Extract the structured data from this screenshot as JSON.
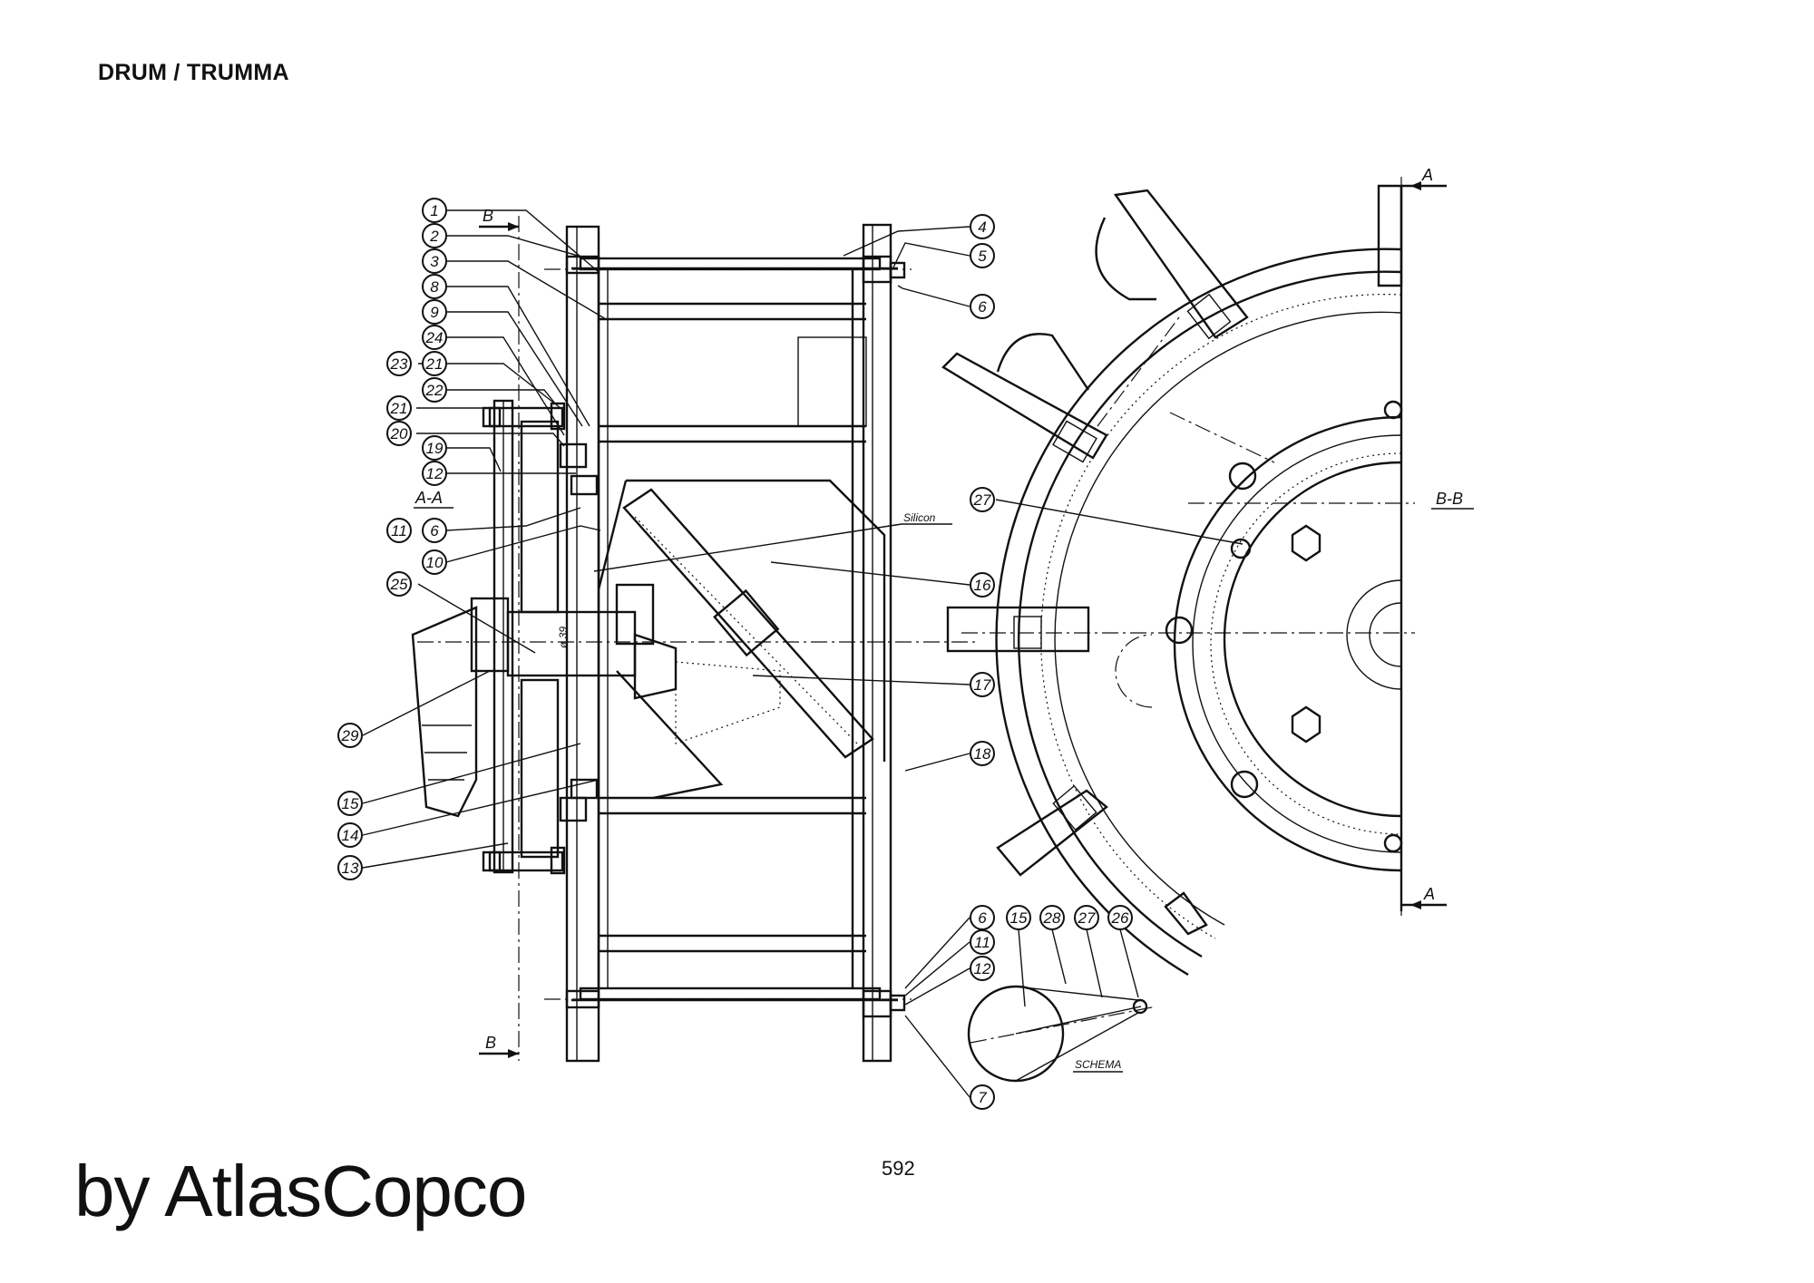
{
  "document": {
    "title": "DRUM / TRUMMA",
    "page_number": "592",
    "brand": "by AtlasCopco"
  },
  "drawing": {
    "section_labels": {
      "b_top": "B",
      "b_bottom": "B",
      "a_top": "A",
      "a_bottom": "A",
      "aa": "A-A",
      "bb": "B-B"
    },
    "annotations": {
      "silicon": "Silicon",
      "schema": "SCHEMA",
      "diameter": "ø 39"
    },
    "callouts": [
      {
        "id": "c1",
        "label": "1"
      },
      {
        "id": "c2",
        "label": "2"
      },
      {
        "id": "c3",
        "label": "3"
      },
      {
        "id": "c8",
        "label": "8"
      },
      {
        "id": "c9",
        "label": "9"
      },
      {
        "id": "c24",
        "label": "24"
      },
      {
        "id": "c23",
        "label": "23"
      },
      {
        "id": "c21a",
        "label": "21"
      },
      {
        "id": "c22",
        "label": "22"
      },
      {
        "id": "c21b",
        "label": "21"
      },
      {
        "id": "c20",
        "label": "20"
      },
      {
        "id": "c19",
        "label": "19"
      },
      {
        "id": "c12a",
        "label": "12"
      },
      {
        "id": "c11a",
        "label": "11"
      },
      {
        "id": "c6a",
        "label": "6"
      },
      {
        "id": "c10",
        "label": "10"
      },
      {
        "id": "c25",
        "label": "25"
      },
      {
        "id": "c29",
        "label": "29"
      },
      {
        "id": "c15a",
        "label": "15"
      },
      {
        "id": "c14",
        "label": "14"
      },
      {
        "id": "c13",
        "label": "13"
      },
      {
        "id": "c4",
        "label": "4"
      },
      {
        "id": "c5",
        "label": "5"
      },
      {
        "id": "c6b",
        "label": "6"
      },
      {
        "id": "c16",
        "label": "16"
      },
      {
        "id": "c17",
        "label": "17"
      },
      {
        "id": "c18",
        "label": "18"
      },
      {
        "id": "c27a",
        "label": "27"
      },
      {
        "id": "c6c",
        "label": "6"
      },
      {
        "id": "c11b",
        "label": "11"
      },
      {
        "id": "c12b",
        "label": "12"
      },
      {
        "id": "c7",
        "label": "7"
      },
      {
        "id": "c15b",
        "label": "15"
      },
      {
        "id": "c28",
        "label": "28"
      },
      {
        "id": "c27b",
        "label": "27"
      },
      {
        "id": "c26",
        "label": "26"
      }
    ]
  }
}
